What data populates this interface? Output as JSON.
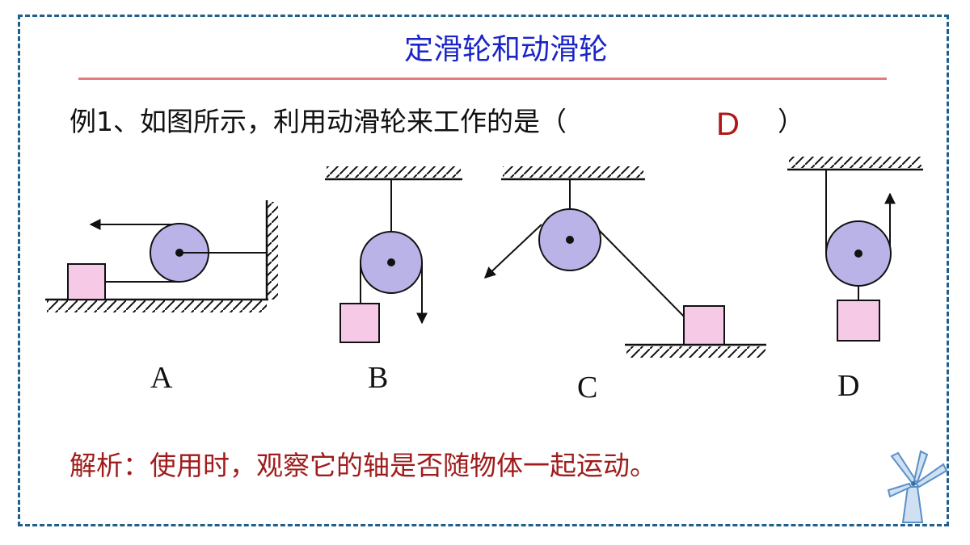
{
  "slide": {
    "title": "定滑轮和动滑轮",
    "question": "例1、如图所示，利用动滑轮来工作的是（",
    "question_close": "）",
    "answer": "D",
    "analysis": "解析：使用时，观察它的轴是否随物体一起运动。"
  },
  "options": {
    "a": "A",
    "b": "B",
    "c": "C",
    "d": "D"
  },
  "colors": {
    "title": "#1a25c9",
    "rule": "#e57a80",
    "answer": "#b01818",
    "analysis": "#a01c1c",
    "pulley_fill": "#b9b3e8",
    "block_fill": "#f6c9e6",
    "frame": "#1f5f8b"
  },
  "icons": {
    "decoration": "windmill-icon"
  }
}
